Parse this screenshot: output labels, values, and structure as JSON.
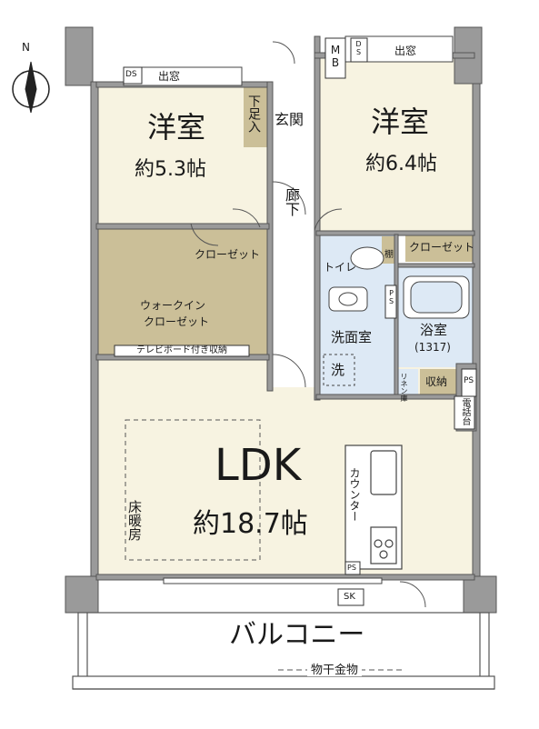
{
  "compass": {
    "north": "N"
  },
  "rooms": {
    "western1": {
      "name": "洋室",
      "size": "約5.3帖"
    },
    "western2": {
      "name": "洋室",
      "size": "約6.4帖"
    },
    "ldk": {
      "name": "LDK",
      "size": "約18.7帖"
    },
    "entrance": "玄関",
    "shoe": "下足入",
    "corridor": "廊下",
    "walkin": {
      "line1": "ウォークイン",
      "line2": "クローゼット"
    },
    "closet1": "クローゼット",
    "closet2": "クローゼット",
    "tv": "テレビボード付き収納",
    "toilet": "トイレ",
    "washroom": "洗面室",
    "washer": "洗",
    "bath": {
      "name": "浴室",
      "size": "(1317)"
    },
    "linen": "リネン庫",
    "storage": "収納",
    "phone": "電話台",
    "counter": "カウンター",
    "floorheat": "床暖房",
    "balcony": "バルコニー",
    "drying": "物干金物",
    "cabinet": "棚"
  },
  "fixtures": {
    "window1": "出窓",
    "window2": "出窓",
    "ds1": "DS",
    "ds2": "DS",
    "mb": "MB",
    "ps1": "PS",
    "ps2": "PS",
    "ps3": "PS",
    "sk": "SK"
  }
}
